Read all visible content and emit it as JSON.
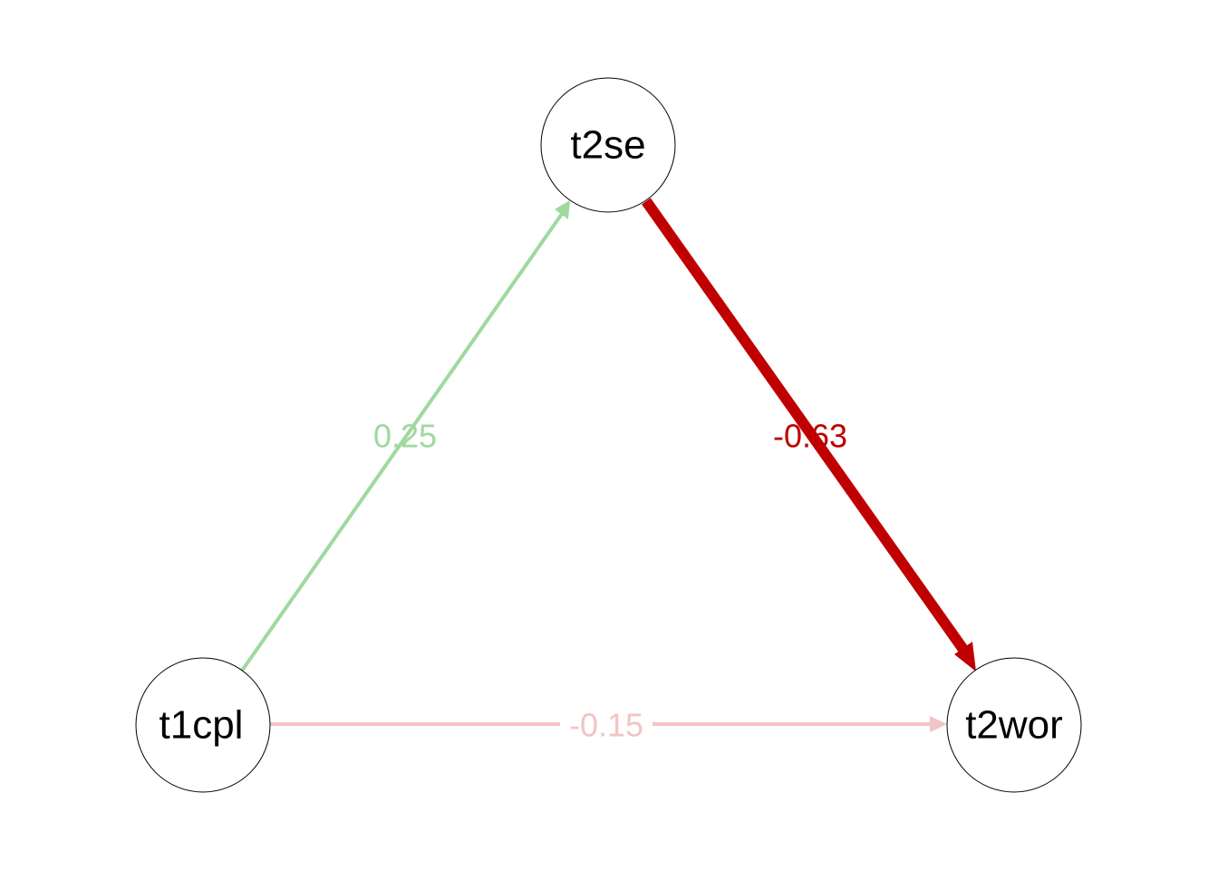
{
  "nodes": [
    {
      "id": "t2se",
      "label": "t2se"
    },
    {
      "id": "t1cpl",
      "label": "t1cpl"
    },
    {
      "id": "t2wor",
      "label": "t2wor"
    }
  ],
  "edges": [
    {
      "id": "t1cpl-t2se",
      "from": "t1cpl",
      "to": "t2se",
      "label": "0.25",
      "weight": 0.25,
      "color": "#9fd99f"
    },
    {
      "id": "t2se-t2wor",
      "from": "t2se",
      "to": "t2wor",
      "label": "-0.63",
      "weight": -0.63,
      "color": "#c00000"
    },
    {
      "id": "t1cpl-t2wor",
      "from": "t1cpl",
      "to": "t2wor",
      "label": "-0.15",
      "weight": -0.15,
      "color": "#f2c4c4"
    }
  ]
}
